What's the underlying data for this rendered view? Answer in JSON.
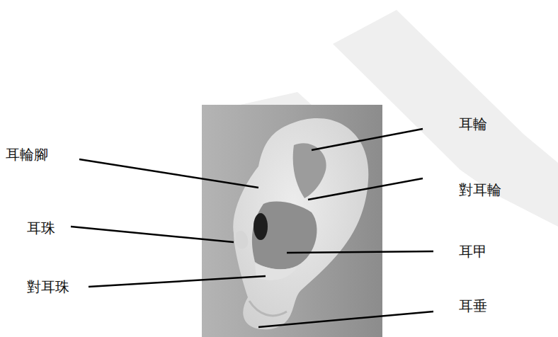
{
  "diagram": {
    "labels": [
      "耳輪",
      "耳輪腳",
      "對耳輪",
      "耳珠",
      "耳甲",
      "對耳珠",
      "耳垂"
    ]
  }
}
